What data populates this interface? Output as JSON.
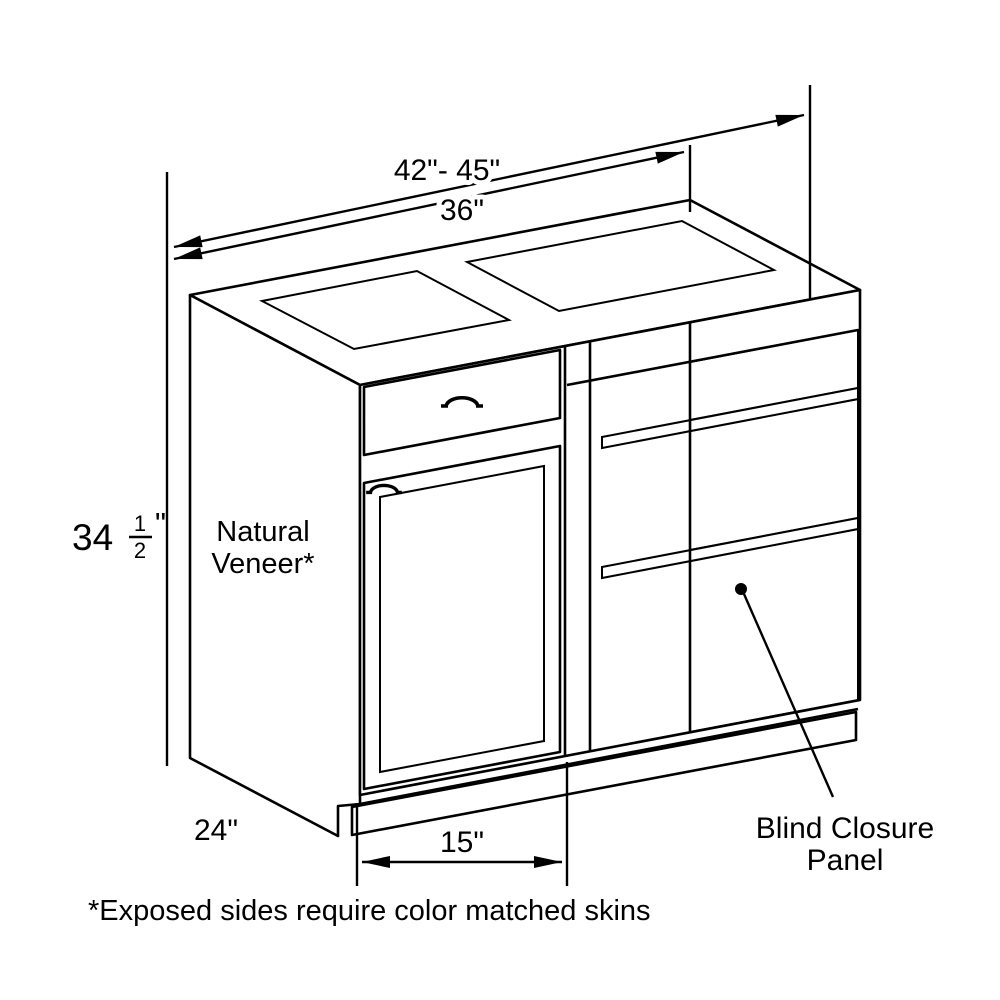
{
  "colors": {
    "panel_shade": "#c9c9c9",
    "line": "#000000",
    "background": "#ffffff"
  },
  "dimensions": {
    "width_range": "42\"- 45\"",
    "cabinet_width": "36\"",
    "height_whole": "34",
    "height_numerator": "1",
    "height_denominator": "2",
    "height_unit": "\"",
    "depth": "24\"",
    "door_width": "15\""
  },
  "labels": {
    "side_line1": "Natural",
    "side_line2": "Veneer*",
    "blind_line1": "Blind Closure",
    "blind_line2": "Panel",
    "footnote": "*Exposed sides require color matched skins"
  }
}
